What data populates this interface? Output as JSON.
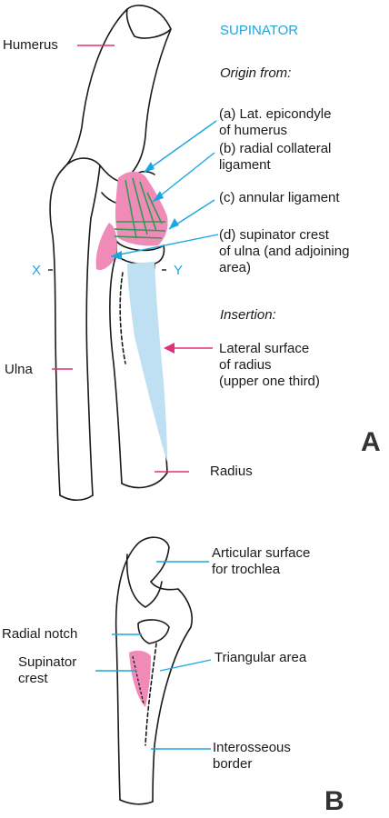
{
  "colors": {
    "muscle_pink": "#f08bb8",
    "insertion_blue": "#bfe0f3",
    "fiber_green": "#2f9a55",
    "blue_leader": "#1aa7e0",
    "pink_leader": "#e0307a",
    "outline": "#1a1a1a"
  },
  "panel_a": {
    "title": "SUPINATOR",
    "origin_heading": "Origin from:",
    "origins": [
      "(a) Lat. epicondyle\nof humerus",
      "(b) radial collateral\nligament",
      "(c) annular ligament",
      "(d) supinator crest\nof ulna (and adjoining\narea)"
    ],
    "insertion_heading": "Insertion:",
    "insertion": "Lateral surface\nof radius\n(upper one third)",
    "bone_labels": {
      "humerus": "Humerus",
      "ulna": "Ulna",
      "radius": "Radius"
    },
    "axis_x": "X",
    "axis_y": "Y",
    "panel_letter": "A"
  },
  "panel_b": {
    "labels": {
      "articular": "Articular surface\nfor trochlea",
      "radial_notch": "Radial notch",
      "supinator_crest": "Supinator\ncrest",
      "triangular": "Triangular area",
      "interosseous": "Interosseous\nborder"
    },
    "panel_letter": "B"
  }
}
